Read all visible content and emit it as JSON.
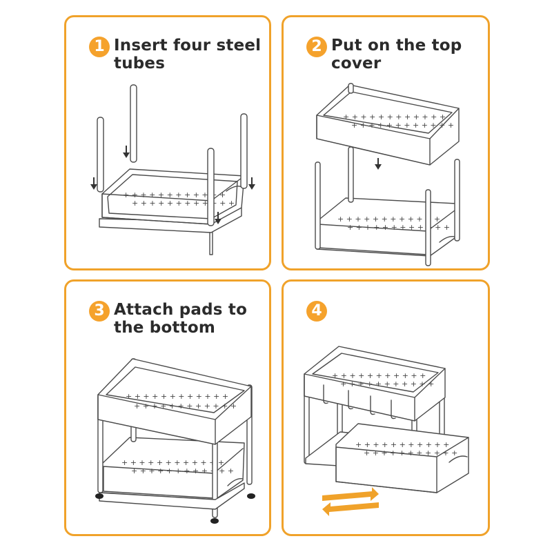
{
  "colors": {
    "accent": "#f5a22c",
    "border": "#f0a22a",
    "text": "#2b2b2b",
    "drawing": "#4a4a4a"
  },
  "steps": [
    {
      "number": "1",
      "title": "Insert four steel\ntubes"
    },
    {
      "number": "2",
      "title": "Put on the top\ncover"
    },
    {
      "number": "3",
      "title": "Attach pads to\nthe bottom"
    },
    {
      "number": "4",
      "title": ""
    }
  ],
  "icons": {
    "arrow": "down-arrow-icon",
    "slide": "slide-left-right-arrows-icon"
  }
}
